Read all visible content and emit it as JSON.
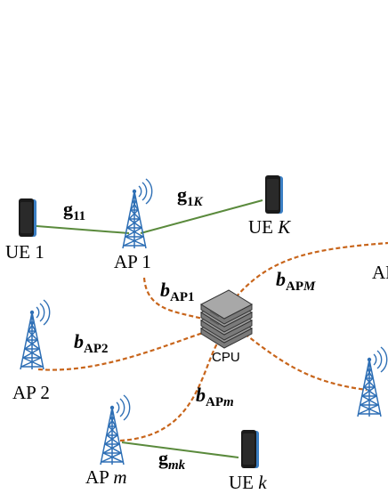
{
  "colors": {
    "wireless_link": "#5a8a3c",
    "fronthaul": "#c8651b",
    "antenna": "#2e6fb5",
    "phone_body": "#1a1a1a",
    "phone_edge": "#3b7fc4",
    "cpu_fill": "#8a8a8a",
    "cpu_top": "#a0a0a0"
  },
  "nodes": {
    "ue1": {
      "label": "UE 1",
      "icon": "phone-icon"
    },
    "ueK": {
      "label": "UE",
      "var": "K",
      "icon": "phone-icon"
    },
    "uek": {
      "label": "UE",
      "var": "k",
      "icon": "phone-icon"
    },
    "ap1": {
      "label": "AP 1",
      "icon": "antenna-tower-icon"
    },
    "ap2": {
      "label": "AP 2",
      "icon": "antenna-tower-icon"
    },
    "apm": {
      "label": "AP",
      "var": "m",
      "icon": "antenna-tower-icon"
    },
    "apM": {
      "label": "AP",
      "icon": "antenna-tower-icon"
    },
    "cpu": {
      "label": "CPU",
      "icon": "server-stack-icon"
    }
  },
  "links": {
    "g11": {
      "base": "g",
      "sub": "11"
    },
    "g1K": {
      "base": "g",
      "sub": "1",
      "sub_var": "K"
    },
    "gmk": {
      "base": "g",
      "sub_var": "mk"
    },
    "bAP1": {
      "base": "b",
      "sub": "AP1"
    },
    "bAP2": {
      "base": "b",
      "sub": "AP2"
    },
    "bAPm": {
      "base": "b",
      "sub": "AP",
      "sub_var": "m"
    },
    "bAPM": {
      "base": "b",
      "sub": "AP",
      "sub_var": "M"
    }
  }
}
